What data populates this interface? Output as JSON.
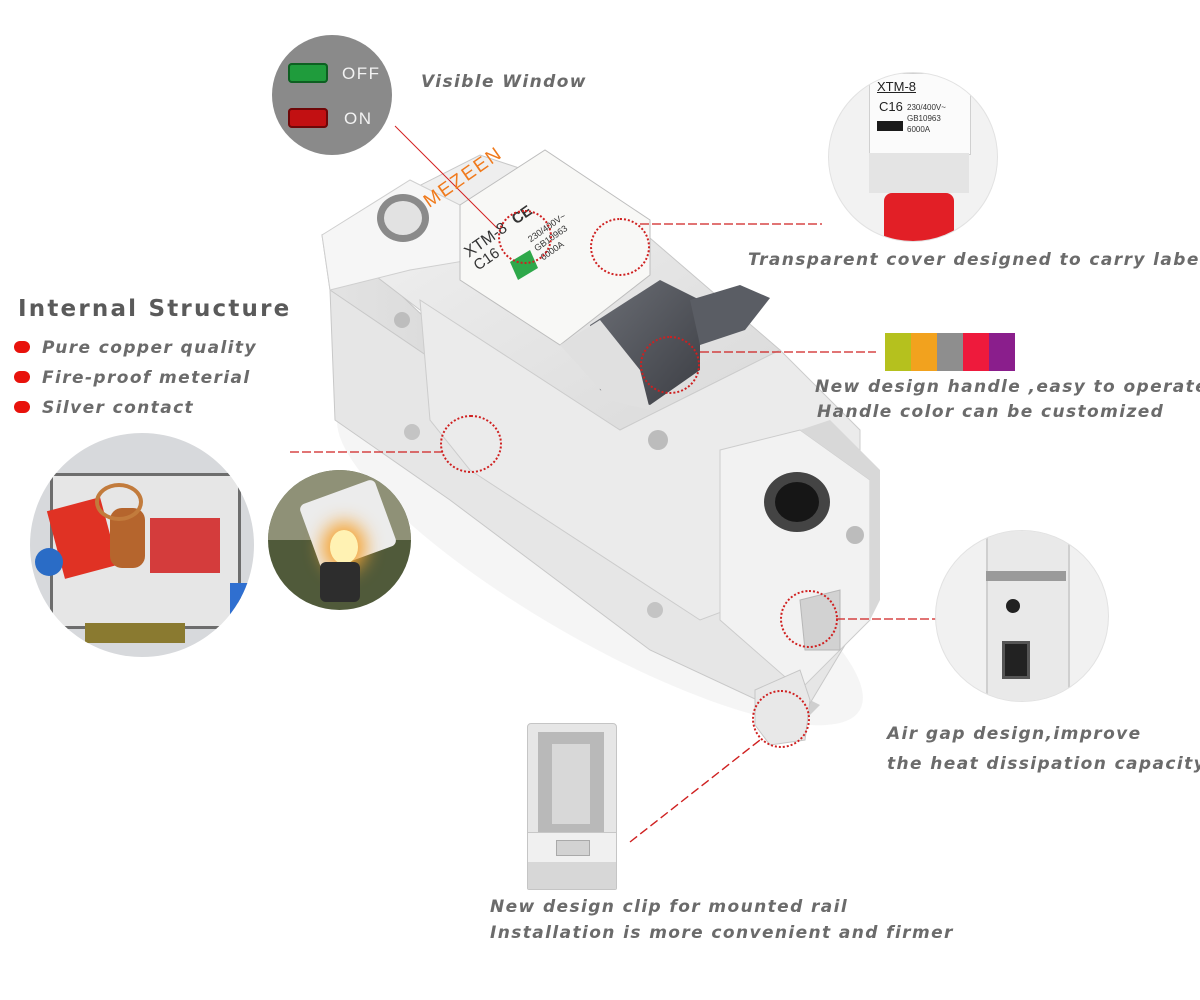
{
  "window_indicator": {
    "off_label": "OFF",
    "on_label": "ON"
  },
  "captions": {
    "visible_window": "Visible Window",
    "transparent_cover": "Transparent cover designed to carry label",
    "handle_line1": "New design handle ,easy to operate",
    "handle_line2": "Handle color can be customized",
    "air_gap_line1": "Air gap design,improve",
    "air_gap_line2": "the heat dissipation capacity",
    "clip_line1": "New design clip for mounted rail",
    "clip_line2": "Installation is more convenient and firmer"
  },
  "internal_structure": {
    "title": "Internal Structure",
    "items": [
      "Pure copper quality",
      "Fire-proof meterial",
      "Silver contact"
    ]
  },
  "breaker": {
    "brand": "MEZEEN",
    "model": "XTM-8",
    "rating": "C16",
    "voltage": "230/400V~",
    "standard": "GB10963",
    "capacity": "6000A",
    "cert_mark": "CE"
  },
  "label_closeup": {
    "model": "XTM-8",
    "rating": "C16",
    "voltage": "230/400V~",
    "standard": "GB10963",
    "capacity": "6000A"
  },
  "handle_colors": [
    "#b5c11e",
    "#f2a21e",
    "#8e8e8e",
    "#ee1a3c",
    "#8a1e8c"
  ],
  "colors": {
    "accent_red": "#e8120c",
    "caption_gray": "#6b6b6b",
    "brand_orange": "#f07a1c"
  }
}
